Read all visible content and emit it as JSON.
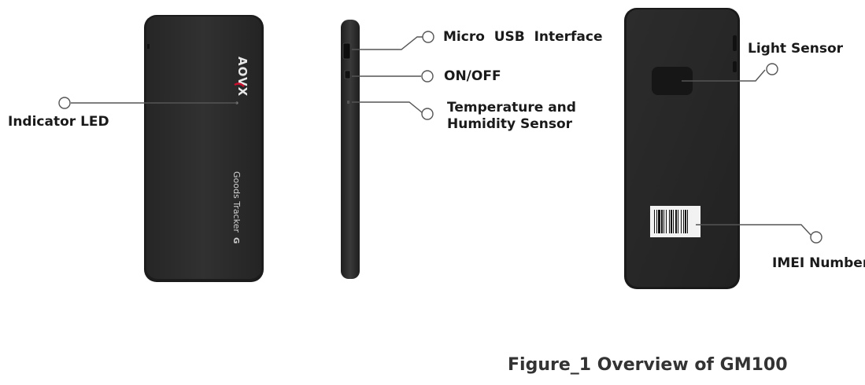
{
  "device": {
    "brand_logo": "AOVX",
    "product_label": "Goods Tracker",
    "product_mark": "G"
  },
  "callouts": {
    "indicator_led": "Indicator LED",
    "micro_usb": "Micro  USB  Interface",
    "on_off": "ON/OFF",
    "temp_humidity_line1": "Temperature and",
    "temp_humidity_line2": "Humidity Sensor",
    "light_sensor": "Light Sensor",
    "imei_number": "IMEI Number"
  },
  "caption": "Figure_1 Overview of GM100",
  "colors": {
    "device_body": "#2b2b2b",
    "device_edge": "#1c1c1c",
    "logo_accent": "#c8102e",
    "leader_line": "#555555",
    "barcode_label": "#f2f2f2"
  }
}
